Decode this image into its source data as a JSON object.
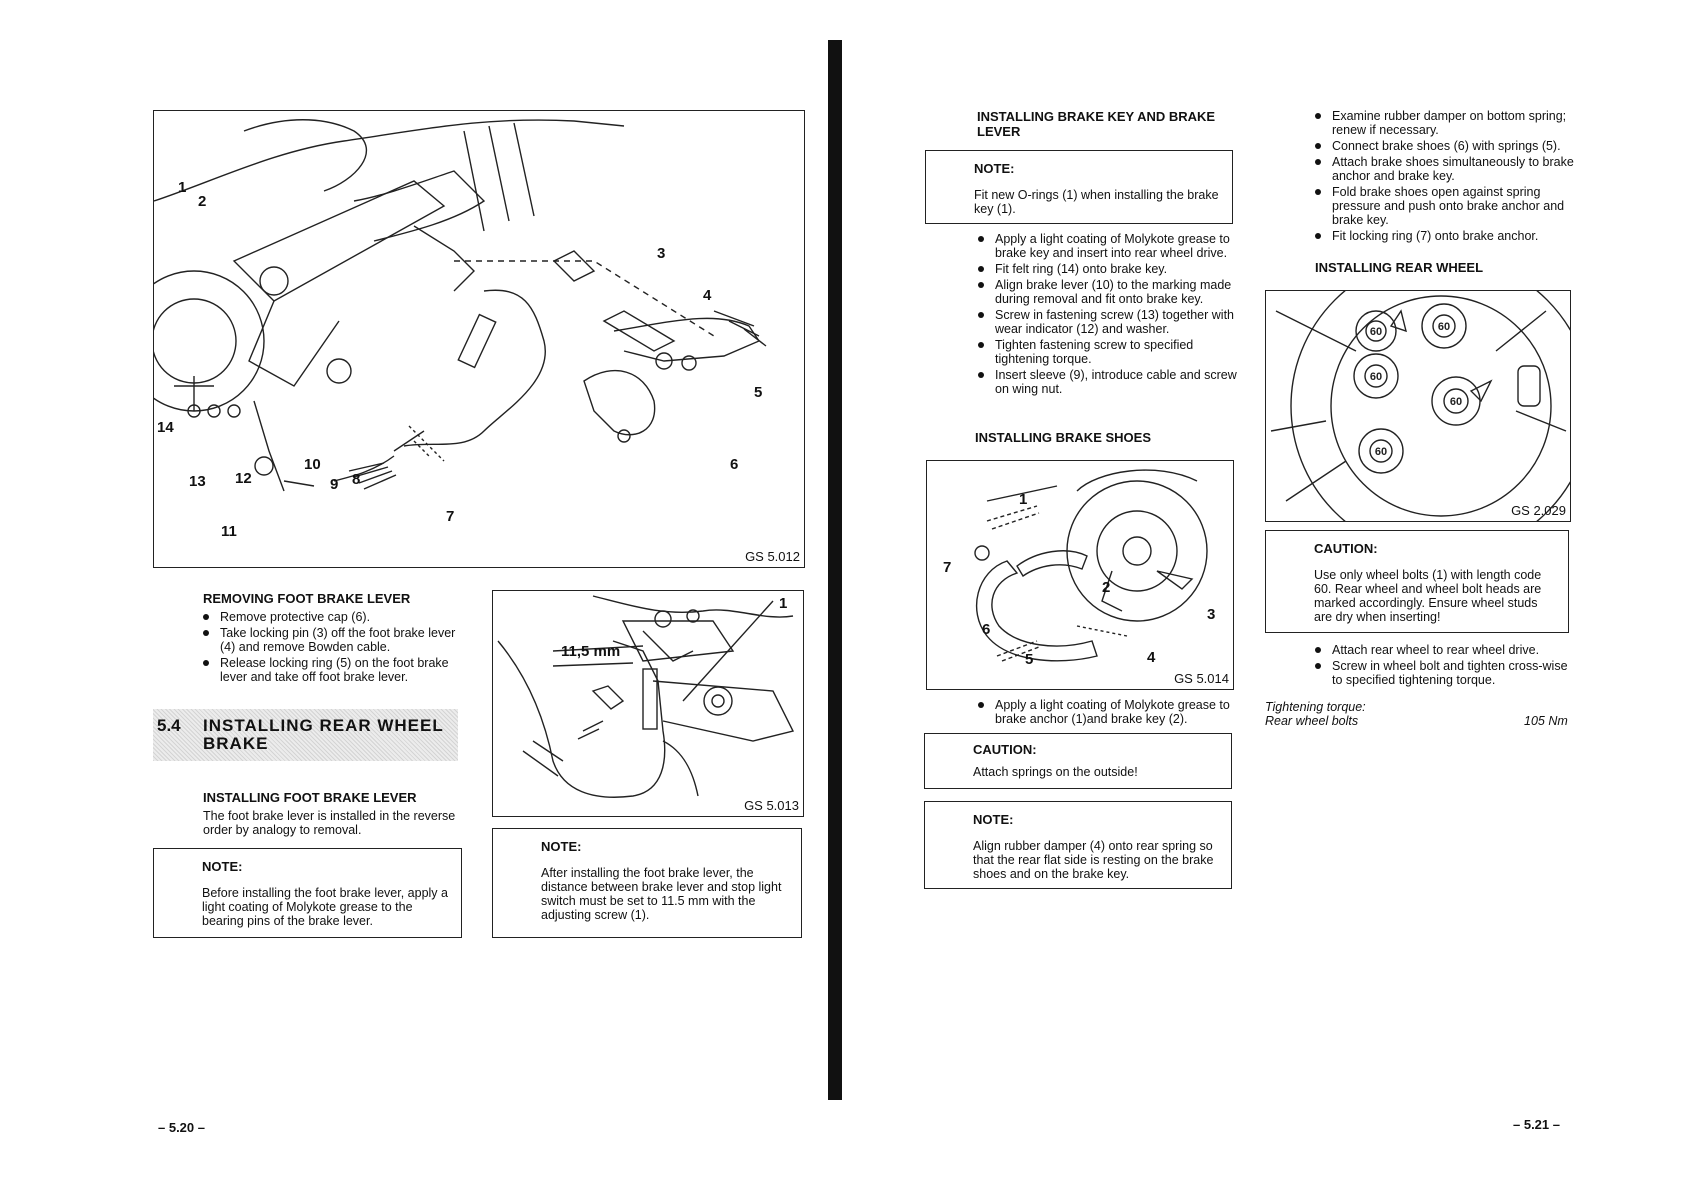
{
  "left_page": {
    "figure_main": {
      "ref": "GS 5.012",
      "callouts": [
        "1",
        "2",
        "3",
        "4",
        "5",
        "6",
        "7",
        "8",
        "9",
        "10",
        "11",
        "12",
        "13",
        "14"
      ]
    },
    "removing_heading": "REMOVING FOOT BRAKE LEVER",
    "removing_steps": [
      "Remove protective cap (6).",
      "Take locking pin (3) off the foot brake lever (4) and remove Bowden cable.",
      "Release locking ring (5) on the foot brake lever and take off foot brake lever."
    ],
    "section_number": "5.4",
    "section_title": "INSTALLING REAR WHEEL BRAKE",
    "installing_heading": "INSTALLING FOOT BRAKE LEVER",
    "installing_text": "The foot brake lever is installed in the reverse order by analogy to removal.",
    "note1": {
      "title": "NOTE:",
      "text": "Before installing the foot brake lever, apply a light coating of Molykote grease to the bearing pins of the brake lever."
    },
    "figure_switch": {
      "ref": "GS 5.013",
      "dimension": "11,5 mm",
      "callout": "1"
    },
    "note2": {
      "title": "NOTE:",
      "text": "After installing the foot brake lever, the distance between brake lever and stop light switch must be set to 11.5 mm with the adjusting screw (1)."
    },
    "page_number": "– 5.20 –"
  },
  "right_page": {
    "key_heading": "INSTALLING BRAKE KEY AND BRAKE LEVER",
    "note3": {
      "title": "NOTE:",
      "text": "Fit new O-rings (1) when installing the brake key (1)."
    },
    "key_steps": [
      "Apply a light coating of Molykote grease to brake key and insert into rear wheel drive.",
      "Fit felt ring (14) onto brake key.",
      "Align brake lever (10) to the marking made during removal and fit onto brake key.",
      "Screw in fastening screw (13) together with wear indicator (12) and washer.",
      "Tighten fastening screw to specified tightening torque.",
      "Insert sleeve (9), introduce cable and screw on wing nut."
    ],
    "shoes_heading": "INSTALLING BRAKE SHOES",
    "figure_shoes": {
      "ref": "GS 5.014",
      "callouts": [
        "1",
        "2",
        "3",
        "4",
        "5",
        "6",
        "7"
      ]
    },
    "shoes_step": "Apply a light coating of Molykote grease to brake anchor (1)and brake key (2).",
    "caution1": {
      "title": "CAUTION:",
      "text": "Attach springs on the outside!"
    },
    "note4": {
      "title": "NOTE:",
      "text": "Align rubber damper (4) onto rear spring so that the rear flat side is resting on the brake shoes and on the brake key."
    },
    "shoes_steps2": [
      "Examine rubber damper on bottom spring; renew if necessary.",
      "Connect brake shoes (6) with springs (5).",
      "Attach brake shoes simultaneously to brake anchor and brake key.",
      "Fold brake shoes open against spring pressure and push onto brake anchor and brake key.",
      "Fit locking ring (7) onto brake anchor."
    ],
    "wheel_heading": "INSTALLING REAR WHEEL",
    "figure_wheel": {
      "ref": "GS 2.029",
      "bolt_mark": "60"
    },
    "caution2": {
      "title": "CAUTION:",
      "text": "Use only wheel bolts (1) with length code 60. Rear wheel and wheel bolt heads are marked accordingly. Ensure wheel studs are dry when inserting!"
    },
    "wheel_steps": [
      "Attach rear wheel to rear wheel drive.",
      "Screw in wheel bolt and tighten cross-wise to specified tightening torque."
    ],
    "torque_label": "Tightening torque:",
    "torque_item": "Rear wheel bolts",
    "torque_value": "105 Nm",
    "page_number": "– 5.21 –"
  }
}
